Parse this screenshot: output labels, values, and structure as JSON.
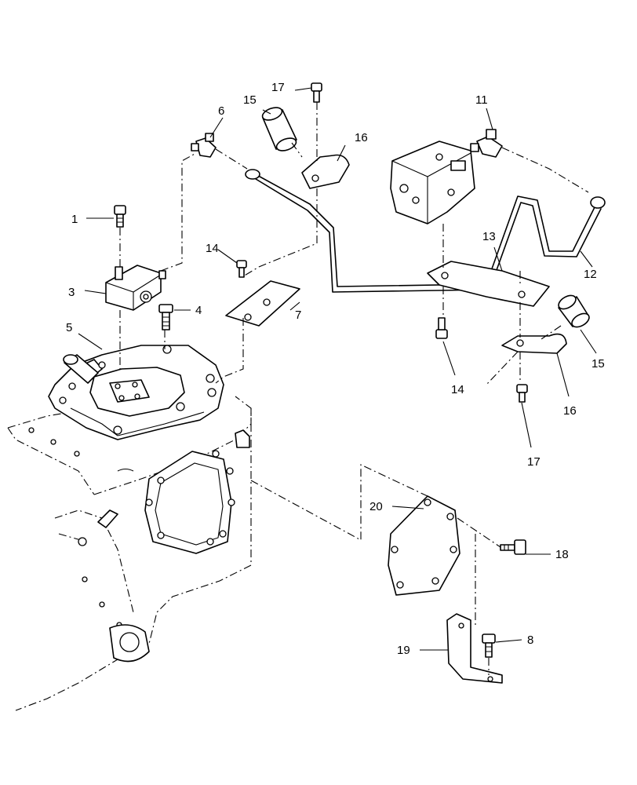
{
  "callouts": [
    {
      "id": "c1",
      "text": "1"
    },
    {
      "id": "c3",
      "text": "3"
    },
    {
      "id": "c4",
      "text": "4"
    },
    {
      "id": "c5",
      "text": "5"
    },
    {
      "id": "c6",
      "text": "6"
    },
    {
      "id": "c7",
      "text": "7"
    },
    {
      "id": "c8",
      "text": "8"
    },
    {
      "id": "c11",
      "text": "11"
    },
    {
      "id": "c12",
      "text": "12"
    },
    {
      "id": "c13",
      "text": "13"
    },
    {
      "id": "c14a",
      "text": "14"
    },
    {
      "id": "c14b",
      "text": "14"
    },
    {
      "id": "c15a",
      "text": "15"
    },
    {
      "id": "c15b",
      "text": "15"
    },
    {
      "id": "c16a",
      "text": "16"
    },
    {
      "id": "c16b",
      "text": "16"
    },
    {
      "id": "c17a",
      "text": "17"
    },
    {
      "id": "c17b",
      "text": "17"
    },
    {
      "id": "c18",
      "text": "18"
    },
    {
      "id": "c19",
      "text": "19"
    },
    {
      "id": "c20",
      "text": "20"
    }
  ],
  "colors": {
    "line": "#000000",
    "background": "#ffffff"
  }
}
